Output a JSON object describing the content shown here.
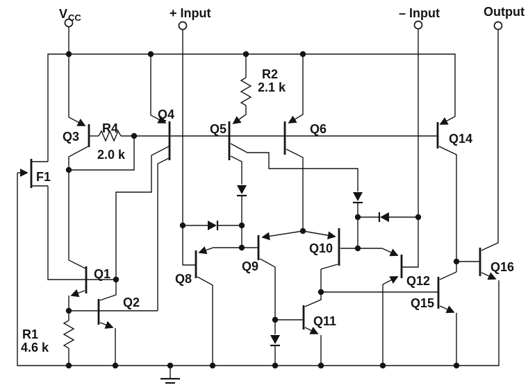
{
  "schematic": {
    "kind": "op-amp internal transistor schematic",
    "line_color": "#141414",
    "background": "#ffffff"
  },
  "terminals": {
    "vcc": {
      "symbol": "V",
      "subscript": "CC"
    },
    "plus_input": {
      "label": "+ Input"
    },
    "minus_input": {
      "label": "– Input"
    },
    "output": {
      "label": "Output"
    }
  },
  "components": {
    "f1": {
      "label": "F1"
    },
    "q1": {
      "label": "Q1"
    },
    "q2": {
      "label": "Q2"
    },
    "q3": {
      "label": "Q3"
    },
    "q4": {
      "label": "Q4"
    },
    "q5": {
      "label": "Q5"
    },
    "q6": {
      "label": "Q6"
    },
    "q8": {
      "label": "Q8"
    },
    "q9": {
      "label": "Q9"
    },
    "q10": {
      "label": "Q10"
    },
    "q11": {
      "label": "Q11"
    },
    "q12": {
      "label": "Q12"
    },
    "q14": {
      "label": "Q14"
    },
    "q15": {
      "label": "Q15"
    },
    "q16": {
      "label": "Q16"
    },
    "r1": {
      "label": "R1",
      "value": "4.6 k"
    },
    "r2": {
      "label": "R2",
      "value": "2.1 k"
    },
    "r4": {
      "label": "R4",
      "value": "2.0 k"
    }
  }
}
